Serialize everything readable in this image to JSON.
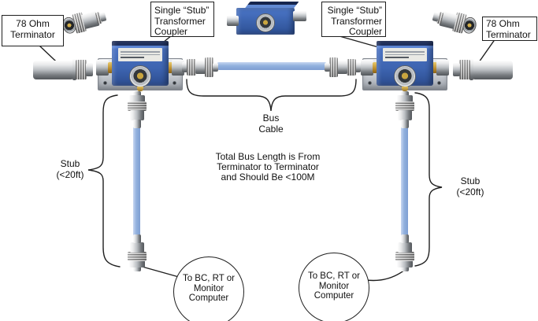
{
  "colors": {
    "coupler_blue": "#3d64b0",
    "coupler_navy": "#20315f",
    "cable_blue": "#92b1de",
    "plate_gray": "#c6cad1",
    "gold": "#c19a3d",
    "line_black": "#1f1f1f",
    "background": "#ffffff"
  },
  "labels": {
    "terminator_left": {
      "lines": [
        "78 Ohm",
        "Terminator"
      ]
    },
    "terminator_right": {
      "lines": [
        "78 Ohm",
        "Terminator"
      ]
    },
    "coupler_left": {
      "lines": [
        "Single “Stub”",
        "Transformer",
        "Coupler"
      ]
    },
    "coupler_right": {
      "lines": [
        "Single “Stub”",
        "Transformer",
        "Coupler"
      ]
    },
    "bus_cable": {
      "lines": [
        "Bus",
        "Cable"
      ]
    },
    "stub_left": {
      "lines": [
        "Stub",
        "(<20ft)"
      ]
    },
    "stub_right": {
      "lines": [
        "Stub",
        "(<20ft)"
      ]
    },
    "note": {
      "lines": [
        "Total Bus Length is From",
        "Terminator to Terminator",
        "and Should Be <100M"
      ]
    },
    "computer_left": {
      "lines": [
        "To BC, RT or",
        "Monitor",
        "Computer"
      ]
    },
    "computer_right": {
      "lines": [
        "To BC, RT or",
        "Monitor",
        "Computer"
      ]
    }
  }
}
